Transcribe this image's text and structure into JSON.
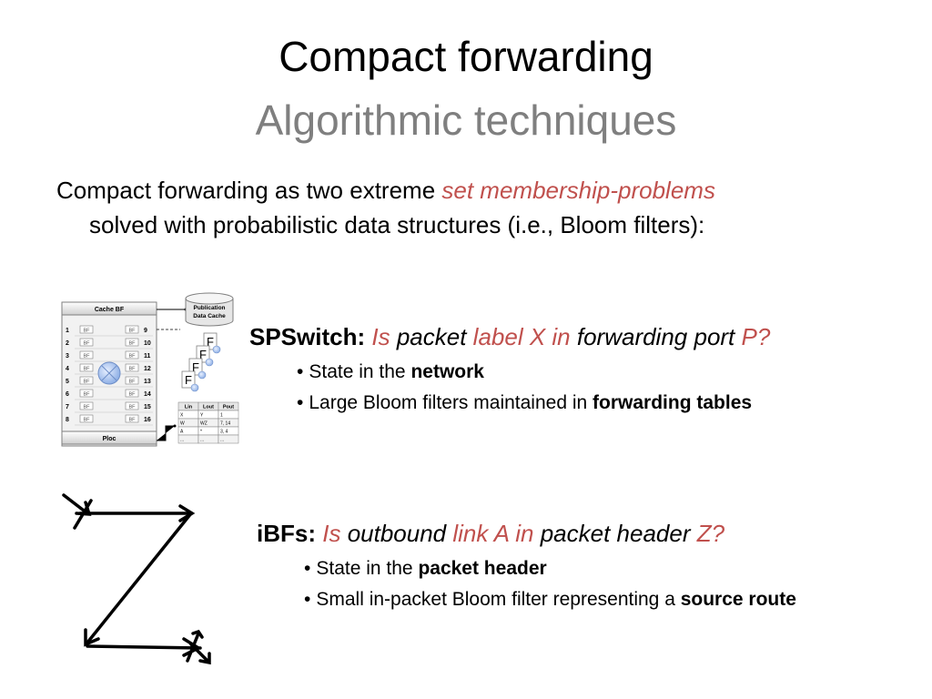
{
  "title": "Compact forwarding",
  "subtitle": "Algorithmic techniques",
  "intro": {
    "part1": "Compact forwarding as two extreme ",
    "highlight": "set membership-problems",
    "line2": "solved with probabilistic data structures (i.e., Bloom filters):"
  },
  "spswitch": {
    "label": "SPSwitch:",
    "q1": "Is",
    "q2": " packet ",
    "q3": "label X in",
    "q4": " forwarding port ",
    "q5": "P?",
    "bullets": [
      {
        "text": "State in the ",
        "bold": "network"
      },
      {
        "text": "Large Bloom filters maintained in ",
        "bold": "forwarding tables"
      }
    ]
  },
  "ibfs": {
    "label": "iBFs:",
    "q1": "Is",
    "q2": " outbound ",
    "q3": "link A in",
    "q4": " packet header ",
    "q5": "Z?",
    "bullets": [
      {
        "text": "State in the ",
        "bold": "packet header"
      },
      {
        "text": "Small in-packet Bloom filter representing a ",
        "bold": "source route"
      }
    ]
  },
  "diagram": {
    "cache_bf": "Cache BF",
    "ploc": "Ploc",
    "db_label_1": "Publication",
    "db_label_2": "Data Cache",
    "bf": "BF",
    "f": "F",
    "left_ports": [
      "1",
      "2",
      "3",
      "4",
      "5",
      "6",
      "7",
      "8"
    ],
    "right_ports": [
      "9",
      "10",
      "11",
      "12",
      "13",
      "14",
      "15",
      "16"
    ],
    "table_headers": [
      "Lin",
      "Lout",
      "Pout"
    ],
    "table_rows": [
      [
        "X",
        "Y",
        "1"
      ],
      [
        "W",
        "WZ",
        "7, 14"
      ],
      [
        "A",
        "*",
        "3, 4"
      ],
      [
        "...",
        "...",
        "..."
      ]
    ]
  },
  "colors": {
    "accent": "#c0504d",
    "subtitle": "#7f7f7f"
  }
}
